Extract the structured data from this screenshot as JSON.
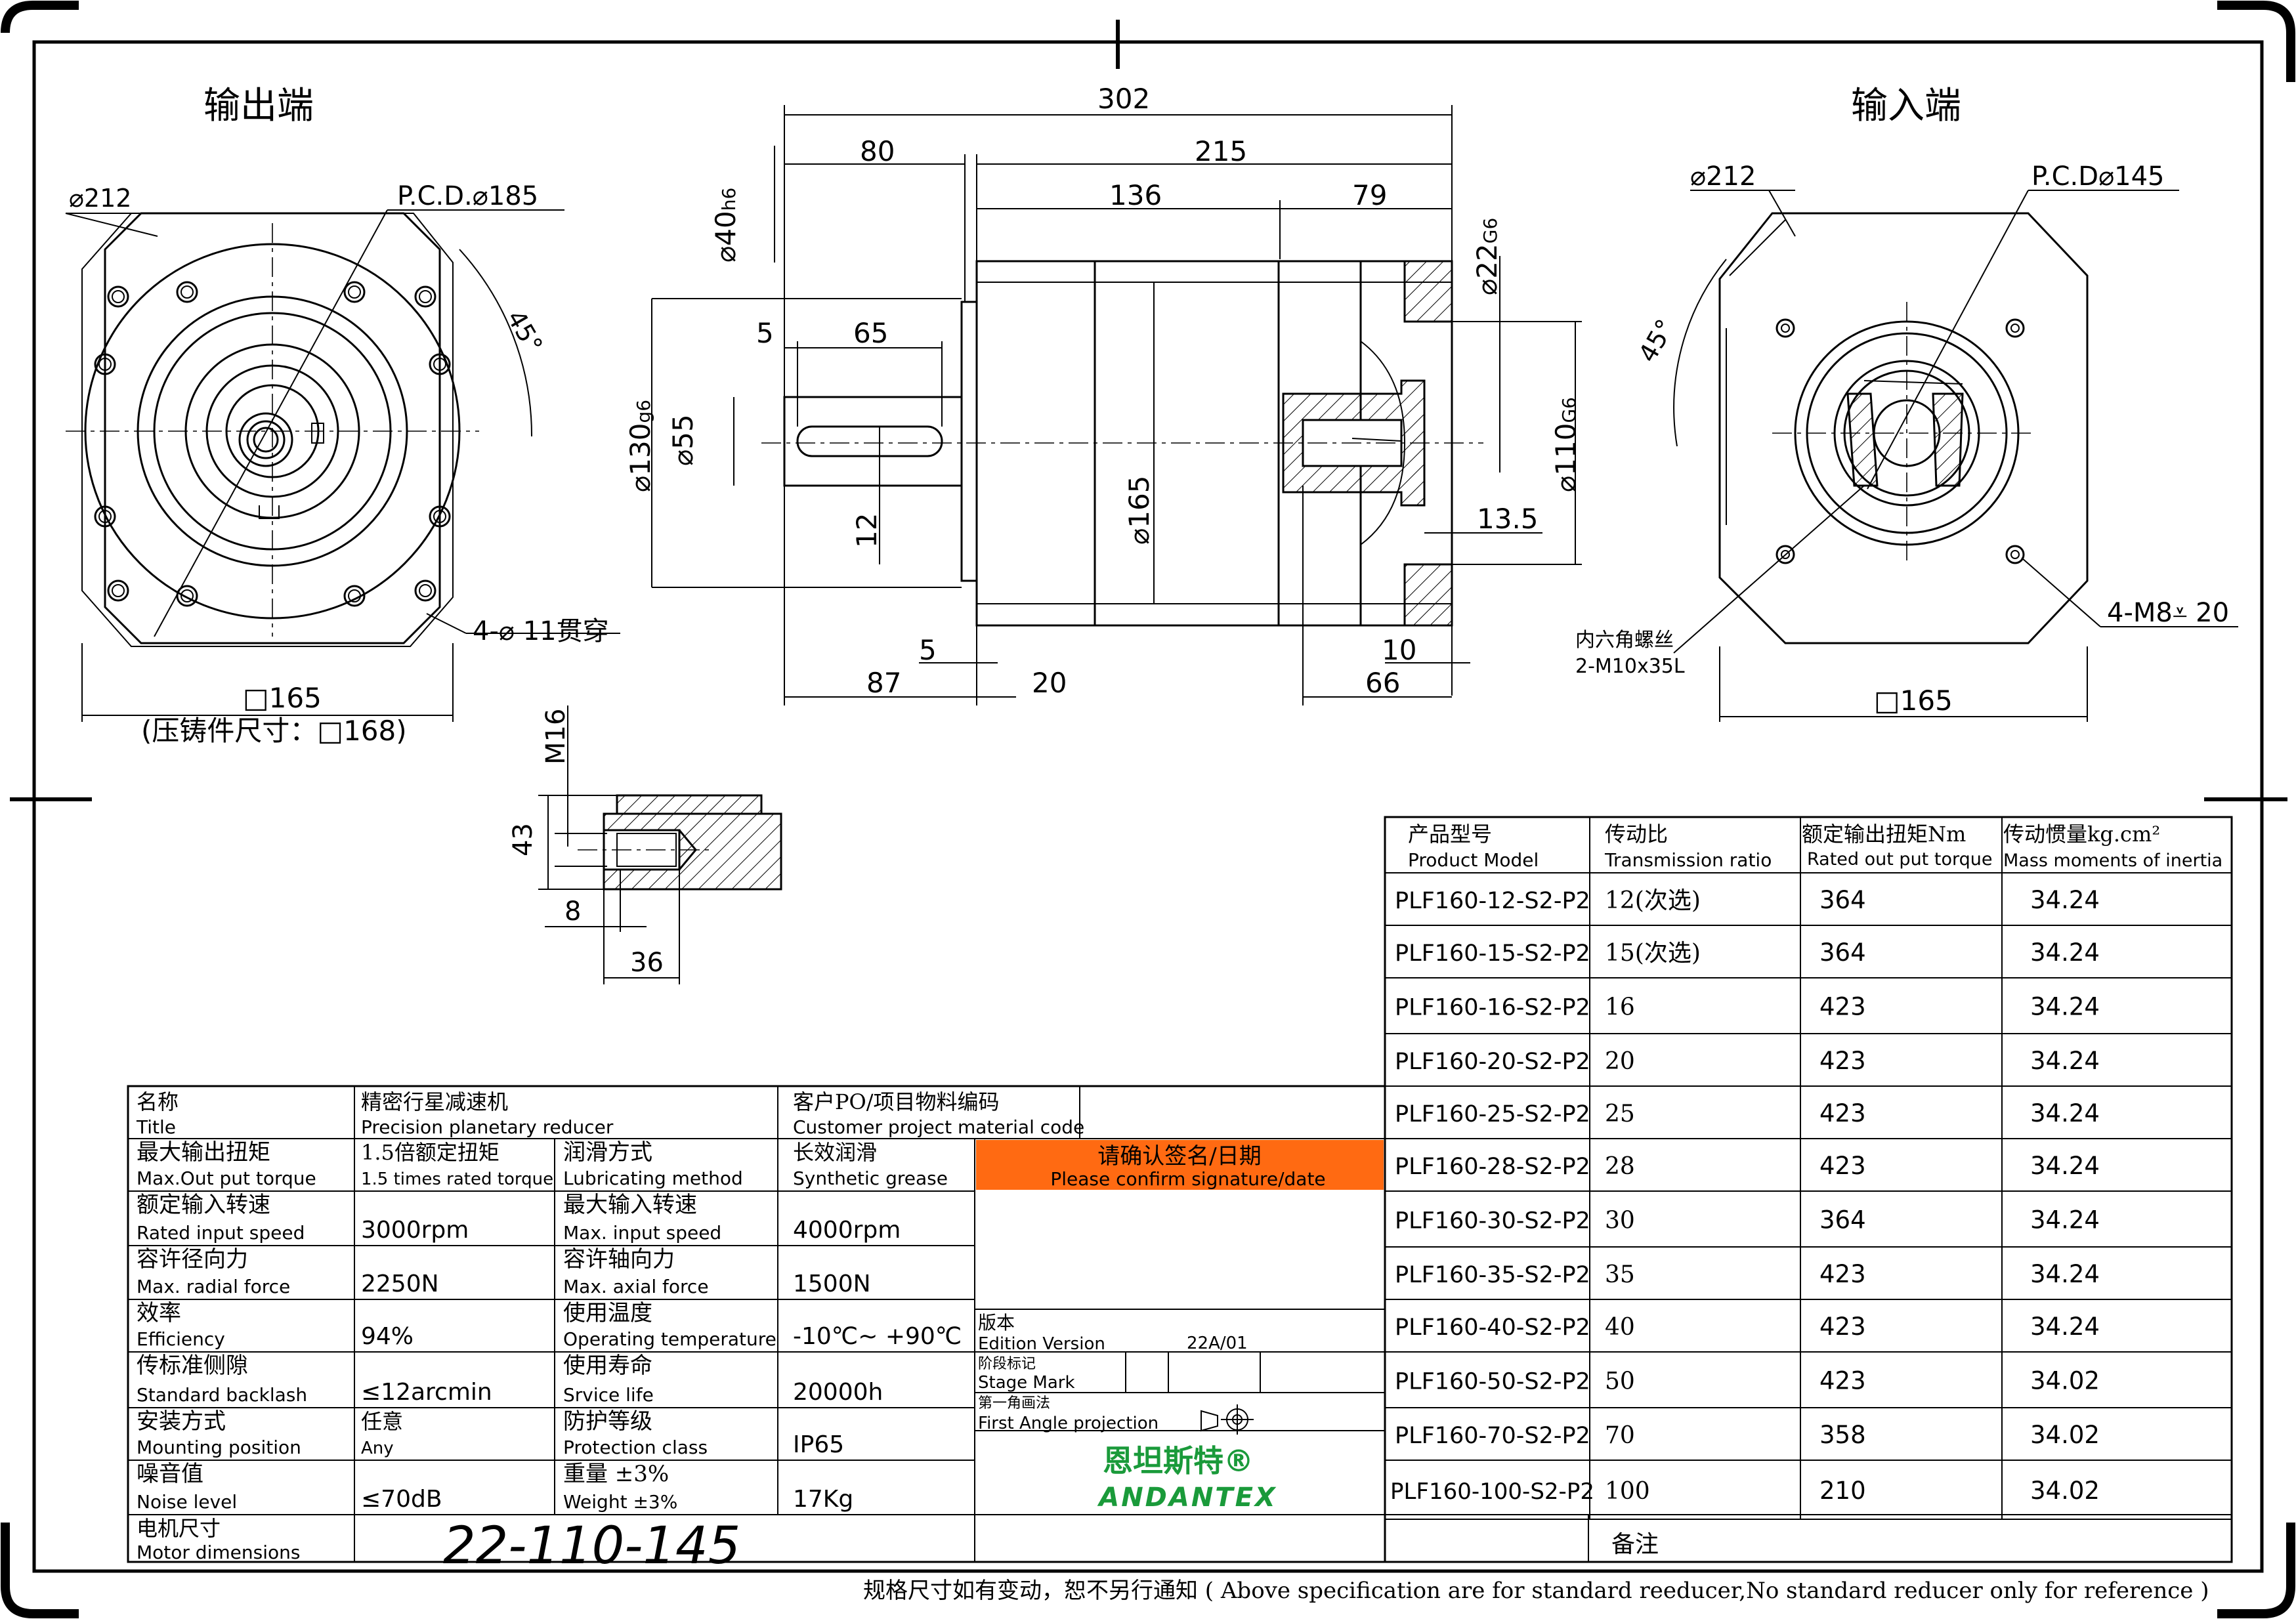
{
  "views": {
    "output_title": "输出端",
    "input_title": "输入端",
    "output_dims": {
      "flange_dia": "212",
      "pcd": "P.C.D.",
      "pcd_val": "185",
      "angle": "45°",
      "holes_prefix": "4-",
      "holes_val": "11贯穿",
      "square": "□165",
      "cast_note": "(压铸件尺寸：□168)"
    },
    "input_dims": {
      "flange_dia": "212",
      "pcd": "P.C.D",
      "pcd_val": "145",
      "angle": "45°",
      "screw_label": "内六角螺丝",
      "screw_spec": "2-M10x35L",
      "holes": "4-M8",
      "holes_depth": "20",
      "square": "□165"
    },
    "side_dims": {
      "overall": "302",
      "shaft_len": "80",
      "body_len": "215",
      "body_a": "136",
      "body_b": "79",
      "shaft_d": "40",
      "shaft_d_tol": "h6",
      "key_off": "5",
      "key_len": "65",
      "pilot_d": "130",
      "pilot_tol": "g6",
      "shaft_root": "55",
      "key_w": "12",
      "body_d": "165",
      "in_bore": "22",
      "in_bore_tol": "G6",
      "in_pilot": "110",
      "in_pilot_tol": "G6",
      "in_depth": "13.5",
      "flange_t": "5",
      "b87": "87",
      "b20": "20",
      "b10": "10",
      "b66": "66"
    },
    "detail_dims": {
      "thread": "M16",
      "depth": "43",
      "b8": "8",
      "b36": "36"
    }
  },
  "model_table": {
    "headers": [
      {
        "cn": "产品型号",
        "en": "Product Model"
      },
      {
        "cn": "传动比",
        "en": "Transmission ratio"
      },
      {
        "cn": "额定输出扭矩Nm",
        "en": "Rated out put torque"
      },
      {
        "cn": "传动惯量kg.cm²",
        "en": "Mass moments of inertia"
      }
    ],
    "rows": [
      {
        "model": "PLF160-12-S2-P2",
        "ratio": "12(次选)",
        "torque": "364",
        "inertia": "34.24"
      },
      {
        "model": "PLF160-15-S2-P2",
        "ratio": "15(次选)",
        "torque": "364",
        "inertia": "34.24"
      },
      {
        "model": "PLF160-16-S2-P2",
        "ratio": "16",
        "torque": "423",
        "inertia": "34.24"
      },
      {
        "model": "PLF160-20-S2-P2",
        "ratio": "20",
        "torque": "423",
        "inertia": "34.24"
      },
      {
        "model": "PLF160-25-S2-P2",
        "ratio": "25",
        "torque": "423",
        "inertia": "34.24"
      },
      {
        "model": "PLF160-28-S2-P2",
        "ratio": "28",
        "torque": "423",
        "inertia": "34.24"
      },
      {
        "model": "PLF160-30-S2-P2",
        "ratio": "30",
        "torque": "364",
        "inertia": "34.24"
      },
      {
        "model": "PLF160-35-S2-P2",
        "ratio": "35",
        "torque": "423",
        "inertia": "34.24"
      },
      {
        "model": "PLF160-40-S2-P2",
        "ratio": "40",
        "torque": "423",
        "inertia": "34.24"
      },
      {
        "model": "PLF160-50-S2-P2",
        "ratio": "50",
        "torque": "423",
        "inertia": "34.02"
      },
      {
        "model": "PLF160-70-S2-P2",
        "ratio": "70",
        "torque": "358",
        "inertia": "34.02"
      },
      {
        "model": "PLF160-100-S2-P2",
        "ratio": "100",
        "torque": "210",
        "inertia": "34.02"
      }
    ]
  },
  "spec_table": {
    "title_cn": "名称",
    "title_en": "Title",
    "title_val_cn": "精密行星减速机",
    "title_val_en": "Precision planetary reducer",
    "cust_cn": "客户PO/项目物料编码",
    "cust_en": "Customer project material code",
    "rows": [
      {
        "l_cn": "最大输出扭矩",
        "l_en": "Max.Out put torque",
        "l_val_cn": "1.5倍额定扭矩",
        "l_val_en": "1.5 times rated torque",
        "r_cn": "润滑方式",
        "r_en": "Lubricating method",
        "r_val_cn": "长效润滑",
        "r_val_en": "Synthetic grease"
      },
      {
        "l_cn": "额定输入转速",
        "l_en": "Rated input speed",
        "l_val": "3000rpm",
        "r_cn": "最大输入转速",
        "r_en": "Max. input speed",
        "r_val": "4000rpm"
      },
      {
        "l_cn": "容许径向力",
        "l_en": "Max. radial force",
        "l_val": "2250N",
        "r_cn": "容许轴向力",
        "r_en": "Max. axial force",
        "r_val": "1500N"
      },
      {
        "l_cn": "效率",
        "l_en": "Efficiency",
        "l_val": "94%",
        "r_cn": "使用温度",
        "r_en": "Operating temperature",
        "r_val": "-10℃~ +90℃"
      },
      {
        "l_cn": "传标准侧隙",
        "l_en": "Standard backlash",
        "l_val": "≤12arcmin",
        "r_cn": "使用寿命",
        "r_en": "Srvice life",
        "r_val": "20000h"
      },
      {
        "l_cn": "安装方式",
        "l_en": "Mounting position",
        "l_val_cn": "任意",
        "l_val_en": "Any",
        "r_cn": "防护等级",
        "r_en": "Protection class",
        "r_val": "IP65"
      },
      {
        "l_cn": "噪音值",
        "l_en": "Noise level",
        "l_val": "≤70dB",
        "r_cn": "重量 ±3%",
        "r_en": "Weight ±3%",
        "r_val": "17Kg"
      }
    ],
    "motor_cn": "电机尺寸",
    "motor_en": "Motor dimensions",
    "motor_val": "22-110-145",
    "confirm_cn": "请确认签名/日期",
    "confirm_en": "Please confirm signature/date",
    "edition_cn": "版本",
    "edition_en": "Edition Version",
    "edition_val": "22A/01",
    "stage_cn": "阶段标记",
    "stage_en": "Stage Mark",
    "proj_cn": "第一角画法",
    "proj_en": "First Angle projection",
    "brand_cn": "恩坦斯特®",
    "brand_en": "ANDANTEX",
    "remark": "备注"
  },
  "footer": "规格尺寸如有变动，恕不另行通知 ( Above specification are for standard reeducer,No standard reducer only for reference )",
  "colors": {
    "confirm_bg": "#ff6a12",
    "brand": "#1a9a3a"
  }
}
